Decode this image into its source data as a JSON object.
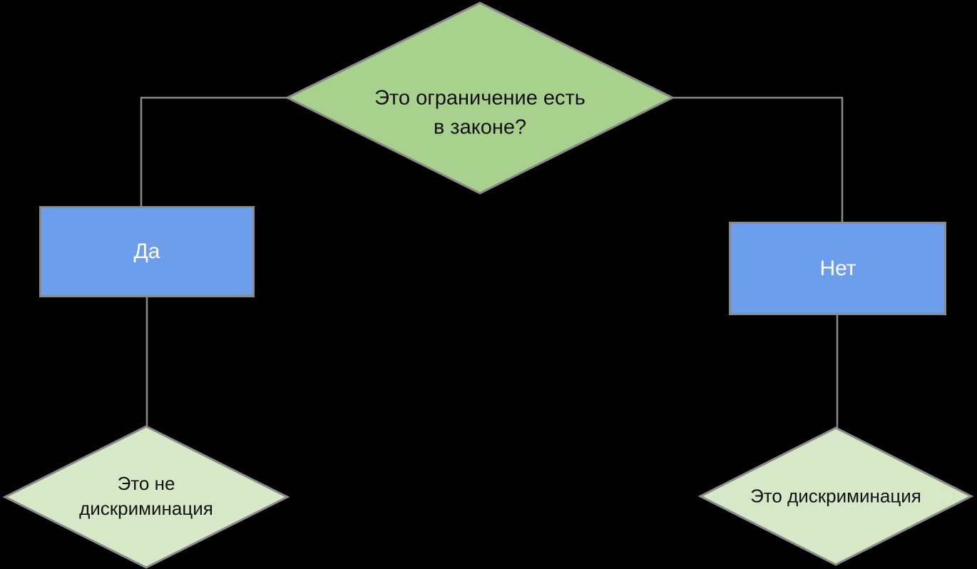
{
  "diagram": {
    "background_color": "#000000",
    "connector_color": "#8a8a8a",
    "shape_border_color": "#8a8a8a",
    "nodes": {
      "question": {
        "label": "Это ограничение есть\nв законе?",
        "shape": "diamond",
        "fill": "#a9d18e",
        "text_color": "#111111"
      },
      "yes": {
        "label": "Да",
        "shape": "rectangle",
        "fill": "#6d9eeb",
        "text_color": "#ffffff"
      },
      "no": {
        "label": "Нет",
        "shape": "rectangle",
        "fill": "#6d9eeb",
        "text_color": "#ffffff"
      },
      "not_discrimination": {
        "label": "Это не\nдискриминация",
        "shape": "diamond",
        "fill": "#d6e8c8",
        "text_color": "#111111"
      },
      "discrimination": {
        "label": "Это дискриминация",
        "shape": "diamond",
        "fill": "#d6e8c8",
        "text_color": "#111111"
      }
    },
    "edges": [
      {
        "from": "question",
        "to": "yes"
      },
      {
        "from": "question",
        "to": "no"
      },
      {
        "from": "yes",
        "to": "not_discrimination"
      },
      {
        "from": "no",
        "to": "discrimination"
      }
    ]
  }
}
